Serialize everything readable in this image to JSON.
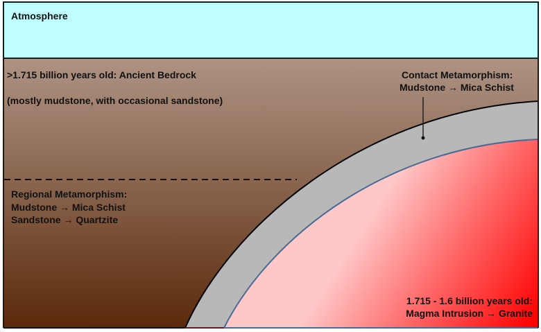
{
  "atmosphere": {
    "label": "Atmosphere",
    "color": "#bfffff"
  },
  "bedrock": {
    "age_label": ">1.715 billion years old: Ancient Bedrock",
    "composition_label": "(mostly mudstone, with occasional sandstone)",
    "gradient_top": "#ae9383",
    "gradient_bottom": "#5a2a0a"
  },
  "regional_metamorphism": {
    "title": "Regional Metamorphism:",
    "line1": "Mudstone → Mica Schist",
    "line2": "Sandstone → Quartzite"
  },
  "contact_metamorphism": {
    "title": "Contact Metamorphism:",
    "line1": "Mudstone → Mica Schist",
    "color": "#b8b8b8"
  },
  "magma_intrusion": {
    "age_label": "1.715 - 1.6 billion years old:",
    "line1": "Magma Intrusion → Granite",
    "gradient_light": "#ffc8c8",
    "gradient_dark": "#ff0000",
    "outline": "#4a6a96"
  }
}
